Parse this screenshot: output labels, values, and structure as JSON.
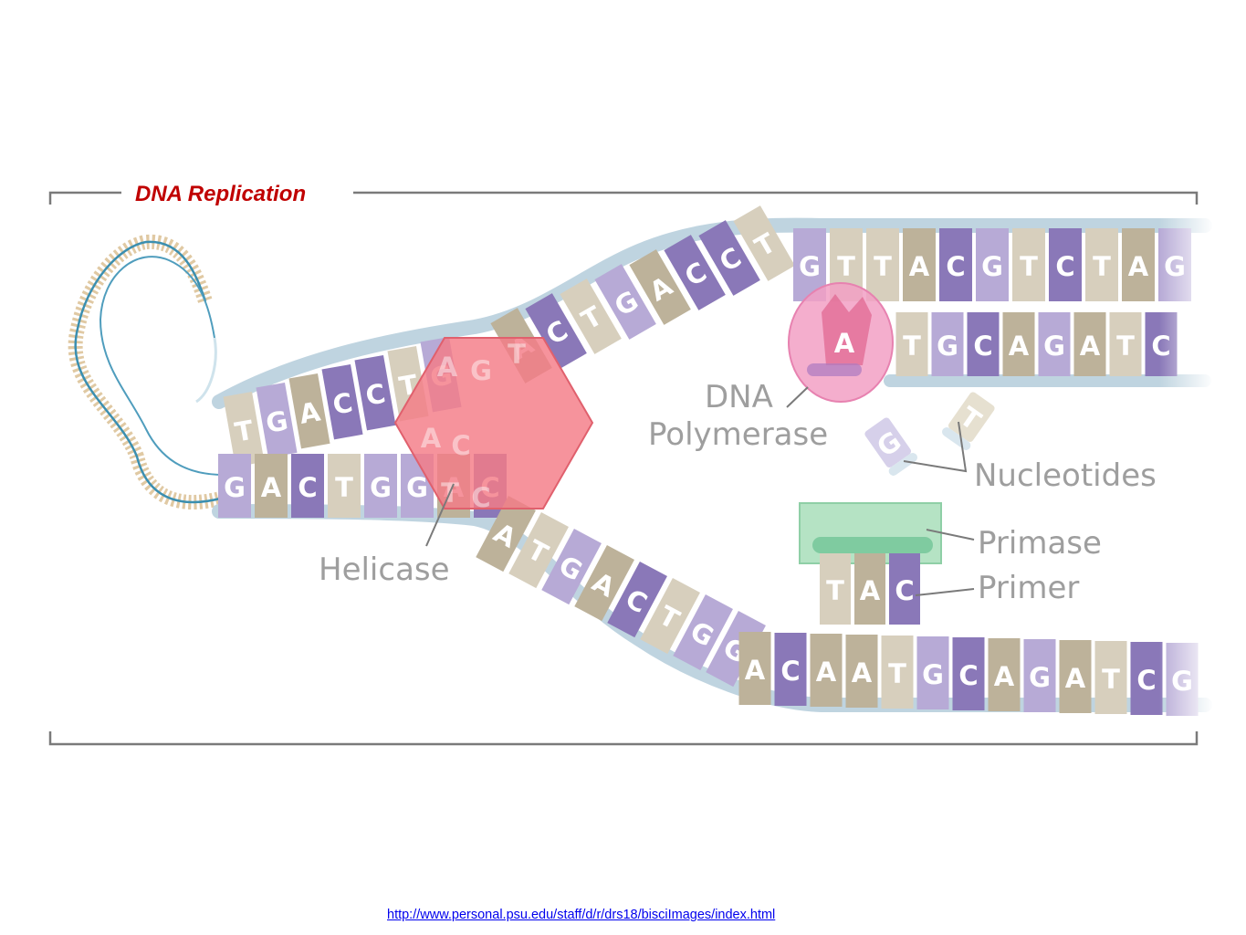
{
  "title": "DNA Replication",
  "labels": {
    "helicase": "Helicase",
    "dna_polymerase_line1": "DNA",
    "dna_polymerase_line2": "Polymerase",
    "nucleotides": "Nucleotides",
    "primase": "Primase",
    "primer": "Primer"
  },
  "nucleotide_bases": {
    "free_1": "G",
    "free_2": "T",
    "polymerase_base": "A"
  },
  "primer_bases": [
    "T",
    "A",
    "C"
  ],
  "strands": {
    "twisted_top": [
      "T",
      "G",
      "A",
      "C",
      "C",
      "T",
      "G"
    ],
    "twisted_bottom": [
      "G",
      "A",
      "C",
      "T",
      "G",
      "G",
      "A",
      "C"
    ],
    "top_rising": [
      "A",
      "C",
      "T",
      "G",
      "A",
      "C",
      "C",
      "T"
    ],
    "top_flat": [
      "G",
      "T",
      "T",
      "A",
      "C",
      "G",
      "T",
      "C",
      "T",
      "A",
      "G"
    ],
    "top_new": [
      "T",
      "G",
      "C",
      "A",
      "G",
      "A",
      "T",
      "C"
    ],
    "bottom_falling": [
      "A",
      "T",
      "G",
      "A",
      "C",
      "T",
      "G",
      "G"
    ],
    "bottom_flat": [
      "A",
      "C",
      "A",
      "A",
      "T",
      "G",
      "C",
      "A",
      "G",
      "A",
      "T",
      "C",
      "G"
    ]
  },
  "helicase_overlay_bases": [
    "A",
    "G",
    "T",
    "A",
    "C",
    "T",
    "C"
  ],
  "source_url": "http://www.personal.psu.edu/staff/d/r/drs18/bisciImages/index.html",
  "colors": {
    "title": "#c00000",
    "frame": "#7a7a7a",
    "label": "#9e9e9e",
    "backbone": "#bfd4e0",
    "backbone_edge": "#a9c3d3",
    "base_purple": "#8a78b8",
    "base_light_purple": "#b7aad6",
    "base_tan": "#bdb29a",
    "base_light_tan": "#d7cfbd",
    "helicase": "#f47b86",
    "polymerase": "#f2a0c4",
    "primase": "#b5e3c4",
    "primase_bar": "#7fcba0",
    "link": "#0000ee"
  }
}
